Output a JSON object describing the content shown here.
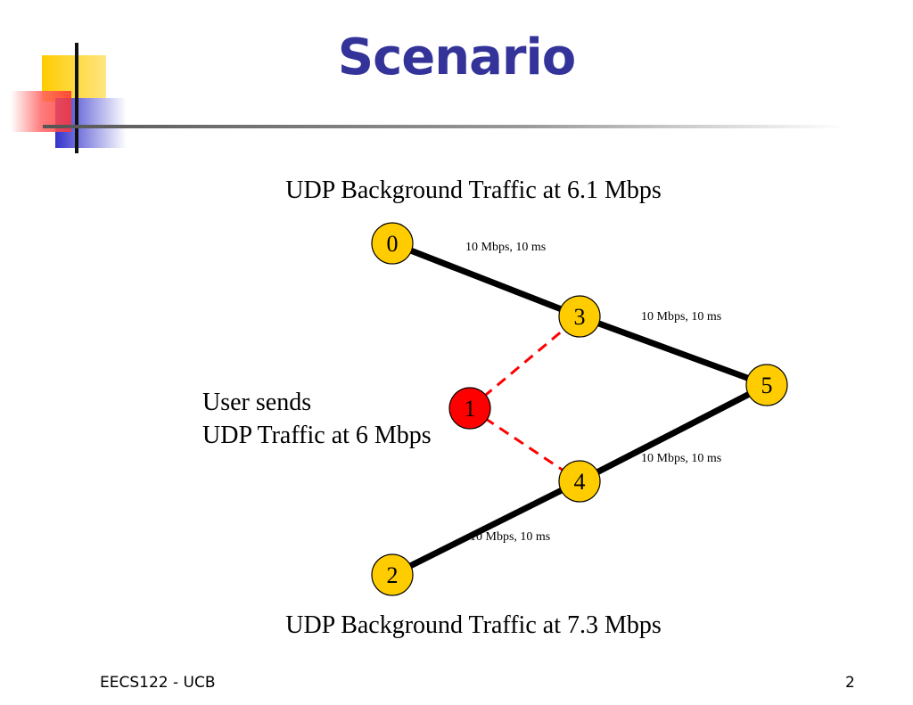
{
  "slide": {
    "title": "Scenario",
    "footer_left": "EECS122 - UCB",
    "page_number": "2"
  },
  "diagram": {
    "top_caption": "UDP Background Traffic at 6.1 Mbps",
    "bottom_caption": "UDP Background Traffic at 7.3 Mbps",
    "user_text_line1": "User sends",
    "user_text_line2": "UDP Traffic at 6 Mbps",
    "nodes": [
      {
        "id": "0",
        "label": "0",
        "color": "#FFCC00"
      },
      {
        "id": "1",
        "label": "1",
        "color": "#FF0000"
      },
      {
        "id": "2",
        "label": "2",
        "color": "#FFCC00"
      },
      {
        "id": "3",
        "label": "3",
        "color": "#FFCC00"
      },
      {
        "id": "4",
        "label": "4",
        "color": "#FFCC00"
      },
      {
        "id": "5",
        "label": "5",
        "color": "#FFCC00"
      }
    ],
    "links": [
      {
        "from": "0",
        "to": "3",
        "label": "10 Mbps, 10 ms",
        "style": "solid"
      },
      {
        "from": "3",
        "to": "5",
        "label": "10 Mbps, 10 ms",
        "style": "solid"
      },
      {
        "from": "4",
        "to": "5",
        "label": "10 Mbps, 10 ms",
        "style": "solid"
      },
      {
        "from": "2",
        "to": "4",
        "label": "10 Mbps, 10 ms",
        "style": "solid"
      },
      {
        "from": "1",
        "to": "3",
        "label": "",
        "style": "dashed"
      },
      {
        "from": "1",
        "to": "4",
        "label": "",
        "style": "dashed"
      }
    ]
  },
  "colors": {
    "title": "#333399",
    "node_default": "#FFCC00",
    "node_user": "#FF0000",
    "dashed_link": "#FF0000"
  }
}
